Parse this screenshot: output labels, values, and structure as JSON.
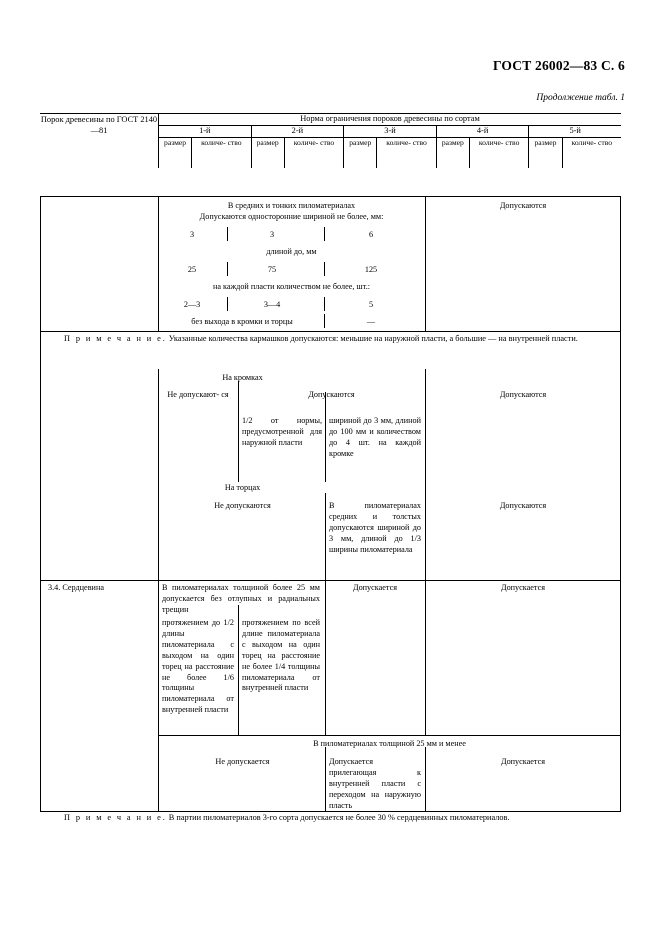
{
  "header": {
    "standard": "ГОСТ 26002—83 С. 6",
    "continuation": "Продолжение табл. 1"
  },
  "table": {
    "stub_header": "Порок древесины по ГОСТ 2140—81",
    "group_header": "Норма ограничения пороков древесины по сортам",
    "sorts": [
      "1-й",
      "2-й",
      "3-й",
      "4-й",
      "5-й"
    ],
    "sub_headers": {
      "size": "размер",
      "quantity": "количе- ство"
    }
  },
  "blocks": {
    "b1": {
      "title": "В средних и тонких пиломатериалах",
      "line_width": "Допускаются односторонние шириной не более, мм:",
      "widths": [
        "3",
        "3",
        "6"
      ],
      "line_length": "длиной до, мм",
      "lengths": [
        "25",
        "75",
        "125"
      ],
      "line_count": "на каждой пласти количеством не более, шт.:",
      "counts": [
        "2—3",
        "3—4",
        "5"
      ],
      "footer_left": "без выхода в кромки и торцы",
      "footer_right": "—",
      "right_cell": "Допускаются"
    },
    "note1": {
      "label": "П р и м е ч а н и е.",
      "text": "Указанные количества кармашков допускаются: меньшие на наружной пласти, а большие — на внутренней пласти."
    },
    "b2": {
      "title": "На кромках",
      "col1": "Не допускают- ся",
      "col2_title": "Допускаются",
      "col2_body": "1/2 от нормы, предусмотренной для наружной пласти",
      "col3_body": "шириной до 3 мм, длиной до 100 мм и количеством до 4 шт. на каждой кромке",
      "right_cell": "Допускаются"
    },
    "b3": {
      "title": "На торцах",
      "col1": "Не допускаются",
      "col2": "В пиломатериалах средних и толстых допускаются шириной до 3 мм, длиной до 1/3 ширины пиломатериала",
      "right_cell": "Допускаются"
    },
    "b4": {
      "defect_label": "3.4.   Сердцевина",
      "intro": "В пиломатериалах толщиной более 25 мм допускается без отлупных и радиальных трещин",
      "col2": "протяжением до 1/2 длины пиломатериала с выходом на один торец на расстояние не более 1/6 толщины пиломатериала от внутренней пласти",
      "col3": "протяжением по всей длине пиломатериала с выходом на один торец на расстояние не более 1/4 толщины пиломатериала от внутренней пласти",
      "sort4": "Допускается",
      "sort5": "Допускается"
    },
    "b5": {
      "title": "В пиломатериалах толщиной 25 мм и менее",
      "col1": "Не допускается",
      "col2": "Допускается прилегающая к внутренней пласти с переходом на наружную пласть",
      "right_cell": "Допускается"
    },
    "note2": {
      "label": "П р и м е ч а н и е.",
      "text": "В партии пиломатериалов 3-го сорта допускается не более 30 % сердцевинных пиломатериалов."
    }
  }
}
